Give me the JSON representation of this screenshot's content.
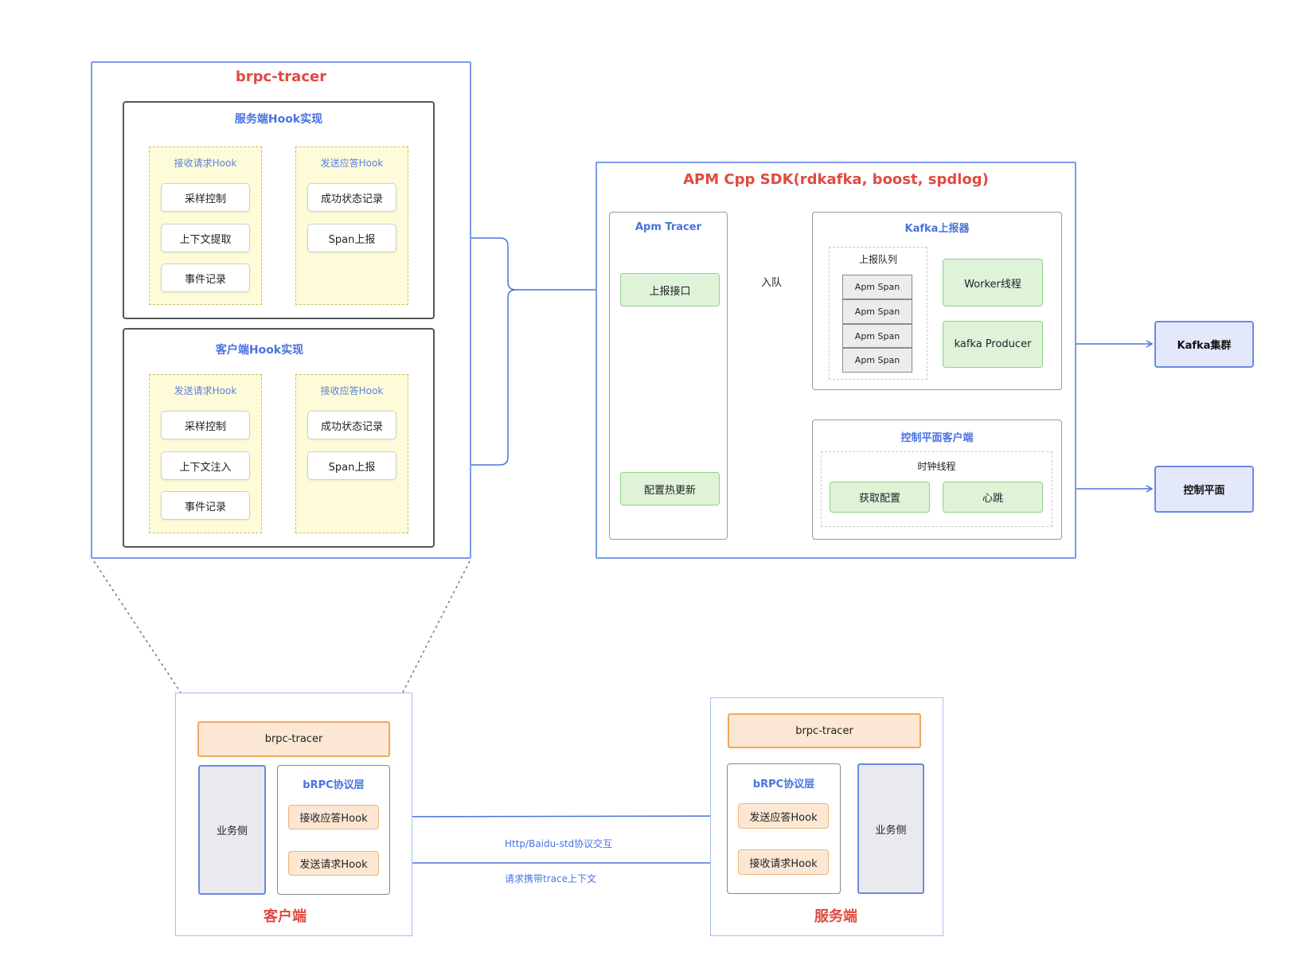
{
  "brpc_tracer": {
    "title": "brpc-tracer",
    "server_hook": {
      "title": "服务端Hook实现",
      "recv_request": {
        "title": "接收请求Hook",
        "items": [
          "采样控制",
          "上下文提取",
          "事件记录"
        ]
      },
      "send_response": {
        "title": "发送应答Hook",
        "items": [
          "成功状态记录",
          "Span上报"
        ]
      }
    },
    "client_hook": {
      "title": "客户端Hook实现",
      "send_request": {
        "title": "发送请求Hook",
        "items": [
          "采样控制",
          "上下文注入",
          "事件记录"
        ]
      },
      "recv_response": {
        "title": "接收应答Hook",
        "items": [
          "成功状态记录",
          "Span上报"
        ]
      }
    }
  },
  "sdk": {
    "title": "APM Cpp SDK(rdkafka, boost, spdlog)",
    "apm_tracer": {
      "title": "Apm Tracer",
      "report_api": "上报接口",
      "hot_config": "配置热更新"
    },
    "enqueue_label": "入队",
    "kafka_reporter": {
      "title": "Kafka上报器",
      "queue_title": "上报队列",
      "queue_items": [
        "Apm Span",
        "Apm Span",
        "Apm Span",
        "Apm Span"
      ],
      "worker": "Worker线程",
      "producer": "kafka Producer"
    },
    "control_client": {
      "title": "控制平面客户端",
      "clock_thread": "时钟线程",
      "fetch_config": "获取配置",
      "heartbeat": "心跳"
    }
  },
  "kafka_cluster": "Kafka集群",
  "control_plane": "控制平面",
  "client_side": {
    "title": "客户端",
    "tracer": "brpc-tracer",
    "business": "业务侧",
    "protocol_layer": "bRPC协议层",
    "recv_response_hook": "接收应答Hook",
    "send_request_hook": "发送请求Hook"
  },
  "server_side": {
    "title": "服务端",
    "tracer": "brpc-tracer",
    "business": "业务侧",
    "protocol_layer": "bRPC协议层",
    "send_response_hook": "发送应答Hook",
    "recv_request_hook": "接收请求Hook"
  },
  "link_labels": {
    "protocol": "Http/Baidu-std协议交互",
    "context": "请求携带trace上下文"
  },
  "colors": {
    "accent_blue": "#4a72e0",
    "title_red": "#e04a3f",
    "green": "#dff3d9",
    "yellow": "#fefcd8",
    "peach": "#fbe7d3"
  }
}
